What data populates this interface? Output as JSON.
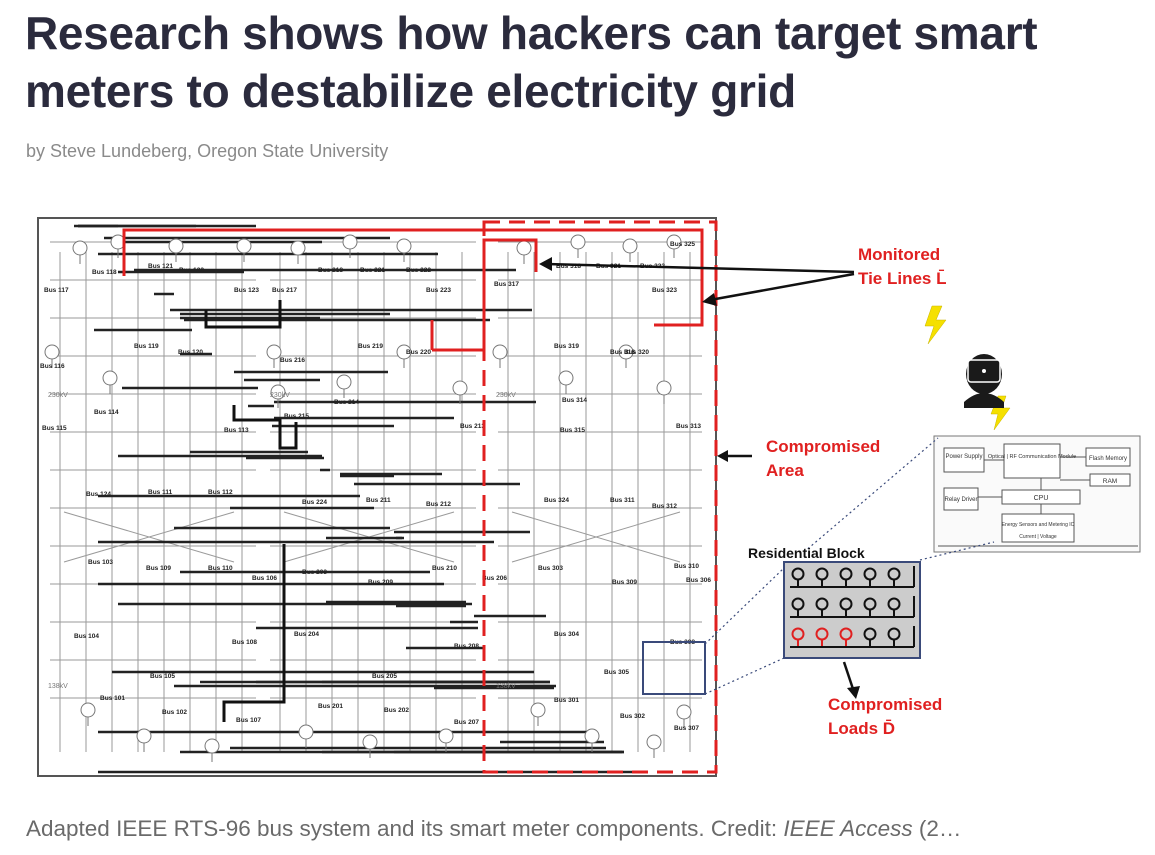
{
  "article": {
    "headline": "Research shows how hackers can target smart meters to destabilize electricity grid",
    "byline": "by Steve Lundeberg, Oregon State University"
  },
  "figure": {
    "callouts": {
      "monitored_line1": "Monitored",
      "monitored_line2": "Tie Lines L̄",
      "compromised_area_line1": "Compromised",
      "compromised_area_line2": "Area",
      "residential_block": "Residential Block",
      "compromised_loads_line1": "Compromised",
      "compromised_loads_line2": "Loads D̄"
    },
    "region_labels": [
      "230kV",
      "230kV",
      "230kV",
      "138kV",
      "138kV"
    ],
    "meter_components": {
      "power_supply": "Power Supply",
      "comm_module": "Optical | RF Communication Module",
      "flash_memory": "Flash Memory",
      "ram": "RAM",
      "relay_driver": "Relay Driver",
      "cpu": "CPU",
      "energy_sensors": "Energy Sensors and Metering IC",
      "current_voltage": "Current | Voltage"
    },
    "colors": {
      "highlight": "#e02020",
      "meter_box": "#3a4a7a",
      "residential_bg": "#cccccc"
    }
  },
  "bus_labels": [
    "Bus 118",
    "Bus 121",
    "Bus 122",
    "Bus 117",
    "Bus 123",
    "Bus 217",
    "Bus 218",
    "Bus 221",
    "Bus 222",
    "Bus 223",
    "Bus 119",
    "Bus 120",
    "Bus 219",
    "Bus 220",
    "Bus 216",
    "Bus 116",
    "Bus 114",
    "Bus 115",
    "Bus 113",
    "Bus 214",
    "Bus 215",
    "Bus 213",
    "Bus 124",
    "Bus 111",
    "Bus 112",
    "Bus 224",
    "Bus 211",
    "Bus 212",
    "Bus 103",
    "Bus 109",
    "Bus 110",
    "Bus 106",
    "Bus 203",
    "Bus 209",
    "Bus 210",
    "Bus 206",
    "Bus 104",
    "Bus 108",
    "Bus 105",
    "Bus 204",
    "Bus 208",
    "Bus 205",
    "Bus 101",
    "Bus 102",
    "Bus 107",
    "Bus 201",
    "Bus 202",
    "Bus 207",
    "Bus 325",
    "Bus 318",
    "Bus 321",
    "Bus 322",
    "Bus 317",
    "Bus 323",
    "Bus 319",
    "Bus 320",
    "Bus 316",
    "Bus 314",
    "Bus 315",
    "Bus 313",
    "Bus 324",
    "Bus 311",
    "Bus 312",
    "Bus 303",
    "Bus 309",
    "Bus 310",
    "Bus 306",
    "Bus 304",
    "Bus 308",
    "Bus 305",
    "Bus 301",
    "Bus 302",
    "Bus 307"
  ],
  "caption": {
    "text": "Adapted IEEE RTS-96 bus system and its smart meter components. Credit: ",
    "source": "IEEE Access",
    "tail": " (2…"
  }
}
